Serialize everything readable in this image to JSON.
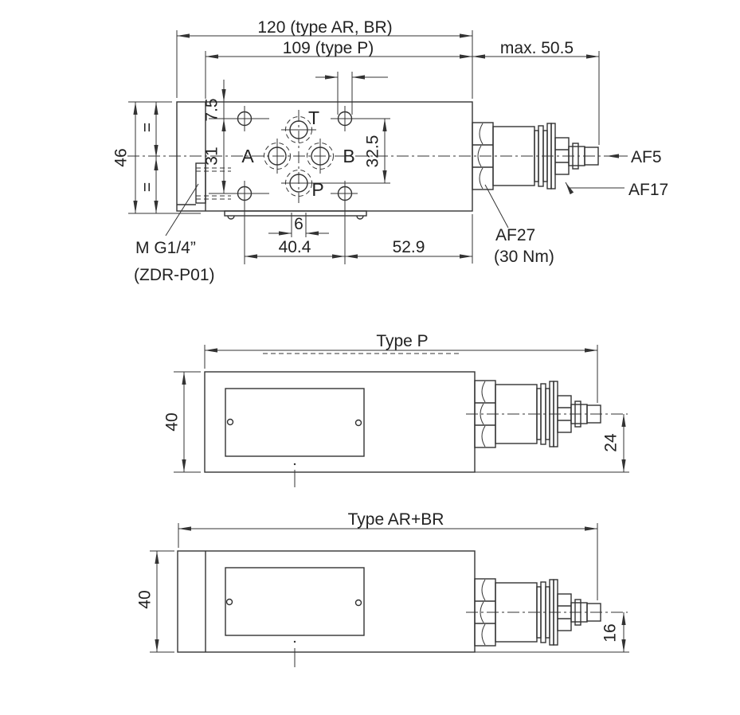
{
  "colors": {
    "line": "#333333",
    "background": "#ffffff",
    "text": "#222222"
  },
  "drawing": {
    "top_view": {
      "dims": {
        "length_arbr": "120 (type AR, BR)",
        "length_p": "109 (type P)",
        "max_adjust": "max. 50.5",
        "height": "46",
        "eq1": "=",
        "eq2": "=",
        "hole_offset_y": "7.5",
        "hole_spacing_y": "31",
        "port_offset_y": "32.5",
        "port_offset_x": "6",
        "hole_spacing_x": "40.4",
        "adjust_length": "52.9"
      },
      "ports": {
        "t": "T",
        "a": "A",
        "b": "B",
        "p": "P"
      },
      "labels": {
        "gauge_port": "M G1/4”",
        "gauge_port_type": "(ZDR-P01)",
        "af5": "AF5",
        "af17": "AF17",
        "af27": "AF27",
        "torque": "(30 Nm)"
      }
    },
    "type_p_view": {
      "title": "Type P",
      "dims": {
        "height": "40",
        "centerline_offset": "24"
      }
    },
    "type_ar_br_view": {
      "title": "Type AR+BR",
      "dims": {
        "height": "40",
        "centerline_offset": "16"
      }
    }
  }
}
